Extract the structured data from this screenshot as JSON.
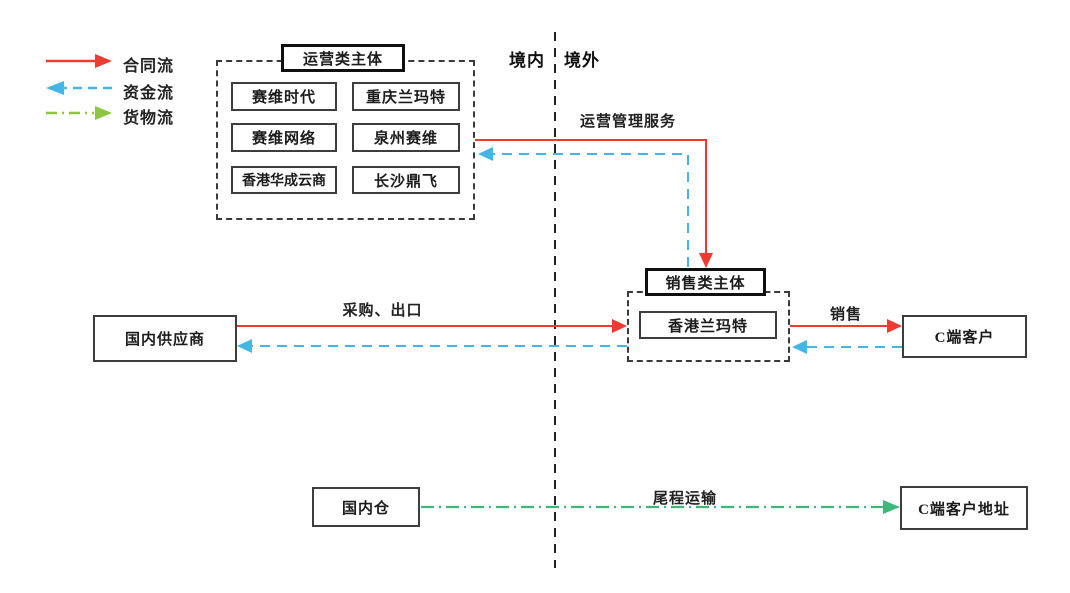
{
  "legend": {
    "items": [
      {
        "label": "合同流",
        "color": "#ee3a31",
        "style": "solid",
        "direction": "right"
      },
      {
        "label": "资金流",
        "color": "#44b6e5",
        "style": "dashed",
        "direction": "left"
      },
      {
        "label": "货物流",
        "color": "#8dc63f",
        "style": "dash-dot",
        "direction": "right"
      }
    ]
  },
  "border_divider": {
    "domestic_label": "境内",
    "overseas_label": "境外"
  },
  "operations_group": {
    "title": "运营类主体",
    "members": [
      "赛维时代",
      "重庆兰玛特",
      "赛维网络",
      "泉州赛维",
      "香港华成云商",
      "长沙鼎飞"
    ]
  },
  "sales_group": {
    "title": "销售类主体",
    "member": "香港兰玛特"
  },
  "nodes": {
    "domestic_supplier": "国内供应商",
    "c_end_customer": "C端客户",
    "domestic_warehouse": "国内仓",
    "c_end_customer_address": "C端客户地址"
  },
  "flow_labels": {
    "operation_management_service": "运营管理服务",
    "procurement_export": "采购、出口",
    "sales": "销售",
    "last_mile_transport": "尾程运输"
  },
  "colors": {
    "contract_flow": "#ee3a31",
    "capital_flow": "#44b6e5",
    "goods_flow_line": "#3cb878",
    "goods_flow_legend": "#8dc63f",
    "divider": "#222222"
  }
}
